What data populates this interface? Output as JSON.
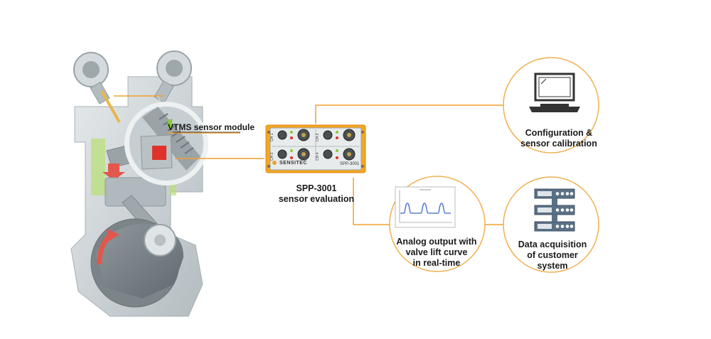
{
  "labels": {
    "sensor_module": "VTMS sensor module",
    "evaluation_title": "SPP-3001",
    "evaluation_subtitle": "sensor evaluation",
    "configuration": [
      "Configuration &",
      "sensor calibration"
    ],
    "analog_output": [
      "Analog output with",
      "valve lift curve",
      "in real-time"
    ],
    "data_acquisition": [
      "Data acquisition",
      "of customer",
      "system"
    ]
  },
  "device": {
    "brand": "SENSITEC",
    "model": "SPP-3001",
    "channels": [
      "CH 1",
      "CH 2",
      "CH 3",
      "CH 4"
    ]
  },
  "colors": {
    "accent": "#f0a030",
    "device_body": "#f5a623",
    "circle_border": "#f0b050",
    "engine_gray": "#c8cfd2",
    "indicator_green": "#9ad16a",
    "sensor_red": "#e0322b",
    "server_blue": "#5a7085"
  },
  "icons": [
    "engine-cutaway",
    "laptop-icon",
    "waveform-chart-icon",
    "server-rack-icon"
  ]
}
